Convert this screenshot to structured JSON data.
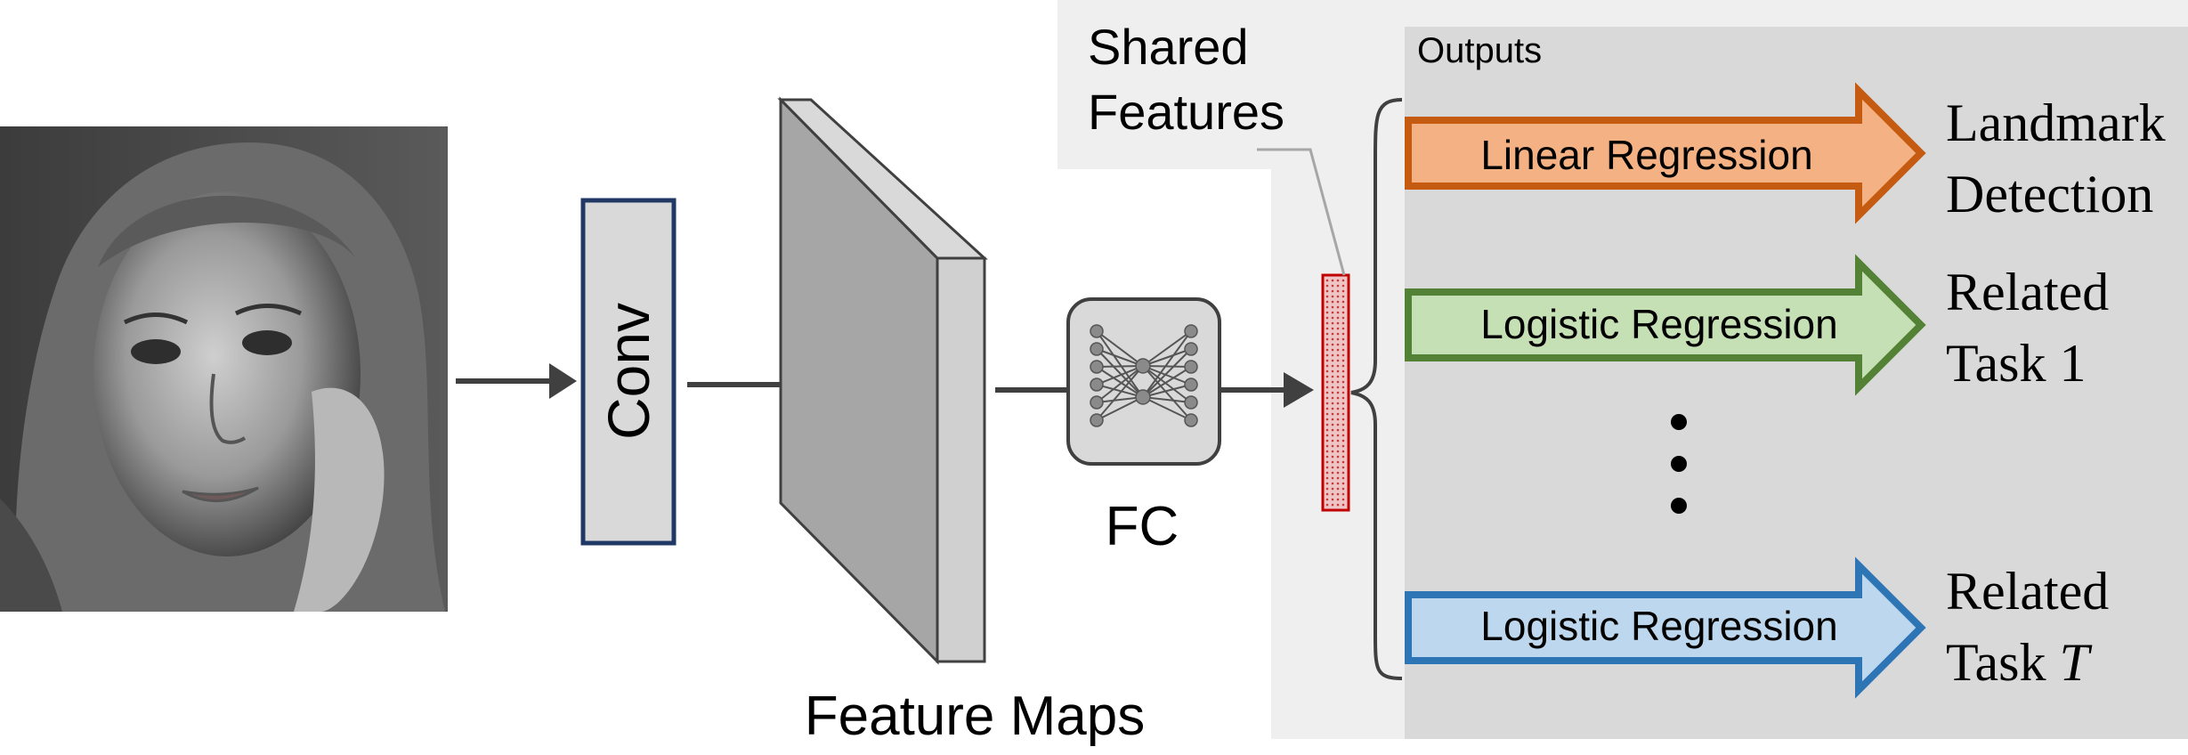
{
  "labels": {
    "shared_features_line1": "Shared",
    "shared_features_line2": "Features",
    "outputs": "Outputs",
    "conv": "Conv",
    "feature_maps": "Feature Maps",
    "fc": "FC"
  },
  "tasks": [
    {
      "arrow_label": "Linear Regression",
      "result_line1": "Landmark",
      "result_line2": "Detection",
      "fill": "#f4b183",
      "stroke": "#c55a11"
    },
    {
      "arrow_label": "Logistic Regression",
      "result_line1": "Related",
      "result_line2": "Task 1",
      "fill": "#c5e0b4",
      "stroke": "#538135"
    },
    {
      "arrow_label": "Logistic Regression",
      "result_line1": "Related",
      "result_line2": "Task ",
      "result_line2_italic": "T",
      "fill": "#bdd7ee",
      "stroke": "#2e75b6"
    }
  ],
  "colors": {
    "panel_light": "#efefef",
    "panel_dark": "#d9d9d9",
    "conv_border": "#1f3864",
    "feature_vector": "#e6a0a0",
    "feature_vector_border": "#c00000",
    "arrow": "#404040"
  },
  "icons": {
    "photo": "face-photo-icon",
    "network": "neural-network-icon"
  }
}
